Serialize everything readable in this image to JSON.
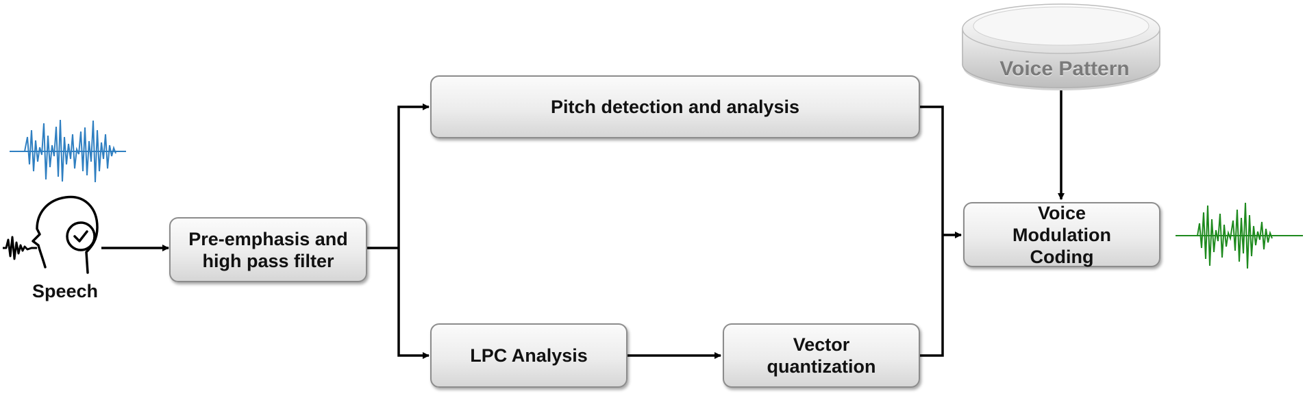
{
  "speech_label": "Speech",
  "boxes": {
    "preemphasis": "Pre-emphasis and high pass filter",
    "pitch": "Pitch detection and analysis",
    "lpc": "LPC Analysis",
    "vq": "Vector quantization",
    "vmc": "Voice Modulation Coding"
  },
  "database_label": "Voice Pattern",
  "colors": {
    "input_waveform": "#2f7fc1",
    "output_waveform": "#1e8a1e",
    "arrow": "#000000"
  }
}
